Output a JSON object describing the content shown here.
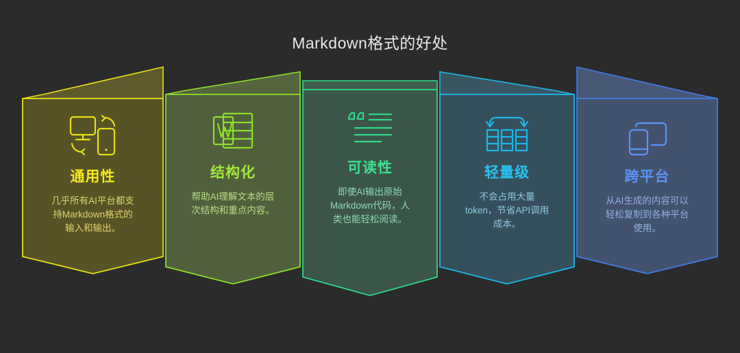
{
  "page": {
    "title": "Markdown格式的好处",
    "background_color": "#2b2b2b",
    "title_color": "#e8e8e8"
  },
  "panels": [
    {
      "id": "universality",
      "icon": "monitor-phone-sync-icon",
      "title": "通用性",
      "description": "几乎所有AI平台都支持Markdown格式的输入和输出。",
      "desc_lines": [
        "几乎所有AI平台都支",
        "持Markdown格式的",
        "输入和输出。"
      ],
      "stroke": "#e8e015",
      "fill": "#575327",
      "top_fill": "#5f5a2c",
      "side_fill": "#4e4a24",
      "title_color": "#f2e81f",
      "text_color": "#ddd36a",
      "icon_color": "#e8e015"
    },
    {
      "id": "structured",
      "icon": "word-document-icon",
      "title": "结构化",
      "description": "帮助AI理解文本的层次结构和重点内容。",
      "desc_lines": [
        "帮助AI理解文本的层",
        "次结构和重点内容。"
      ],
      "stroke": "#8ede2a",
      "fill": "#50603c",
      "top_fill": "#55653f",
      "side_fill": "#4a5837",
      "title_color": "#a2e83a",
      "text_color": "#b9dd88",
      "icon_color": "#8ede2a"
    },
    {
      "id": "readability",
      "icon": "quote-lines-icon",
      "title": "可读性",
      "description": "即使AI输出原始Markdown代码，人类也能轻松阅读。",
      "desc_lines": [
        "即使AI输出原始",
        "Markdown代码，人",
        "类也能轻松阅读。"
      ],
      "stroke": "#2fd98a",
      "fill": "#3b5649",
      "top_fill": "#3f5c4d",
      "side_fill": "#375144",
      "title_color": "#3ce08f",
      "text_color": "#8ed9b4",
      "icon_color": "#2fd98a"
    },
    {
      "id": "lightweight",
      "icon": "columns-arc-arrow-icon",
      "title": "轻量级",
      "description": "不会占用大量token，节省API调用成本。",
      "desc_lines": [
        "不会占用大量",
        "token，节省API调用",
        "成本。"
      ],
      "stroke": "#1bb8e8",
      "fill": "#35505c",
      "top_fill": "#3a5663",
      "side_fill": "#314b56",
      "title_color": "#29c1f0",
      "text_color": "#8fc8dd",
      "icon_color": "#1bb8e8"
    },
    {
      "id": "cross-platform",
      "icon": "phone-tablet-icon",
      "title": "跨平台",
      "description": "从AI生成的内容可以轻松复制到各种平台使用。",
      "desc_lines": [
        "从AI生成的内容可以",
        "轻松复制到各种平台",
        "使用。"
      ],
      "stroke": "#3f7de8",
      "fill": "#43536e",
      "top_fill": "#475876",
      "side_fill": "#3e4d66",
      "title_color": "#5a93f5",
      "text_color": "#95aedd",
      "icon_color": "#5a93f5"
    }
  ]
}
